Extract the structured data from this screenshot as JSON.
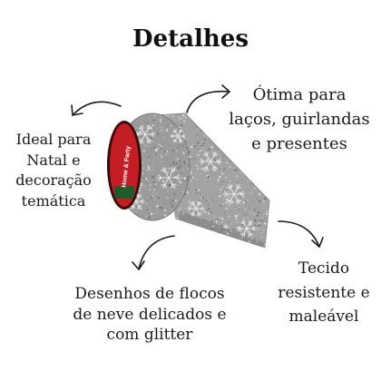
{
  "title": "Detalhes",
  "callouts": {
    "use": {
      "lines": [
        "Ótima para",
        "laços, guirlandas",
        "e presentes"
      ]
    },
    "theme": {
      "lines": [
        "Ideal para",
        "Natal e",
        "decoração",
        "temática"
      ]
    },
    "design": {
      "lines": [
        "Desenhos de flocos",
        "de neve delicados e",
        "com glitter"
      ]
    },
    "material": {
      "lines": [
        "Tecido",
        "resistente e",
        "maleável"
      ]
    }
  },
  "product": {
    "label_text": "Home & Party",
    "label_color": "#c41e24",
    "ribbon_color": "#a3a3a3",
    "pattern": "snowflake-icon"
  },
  "colors": {
    "background": "#ffffff",
    "ink": "#161616"
  }
}
